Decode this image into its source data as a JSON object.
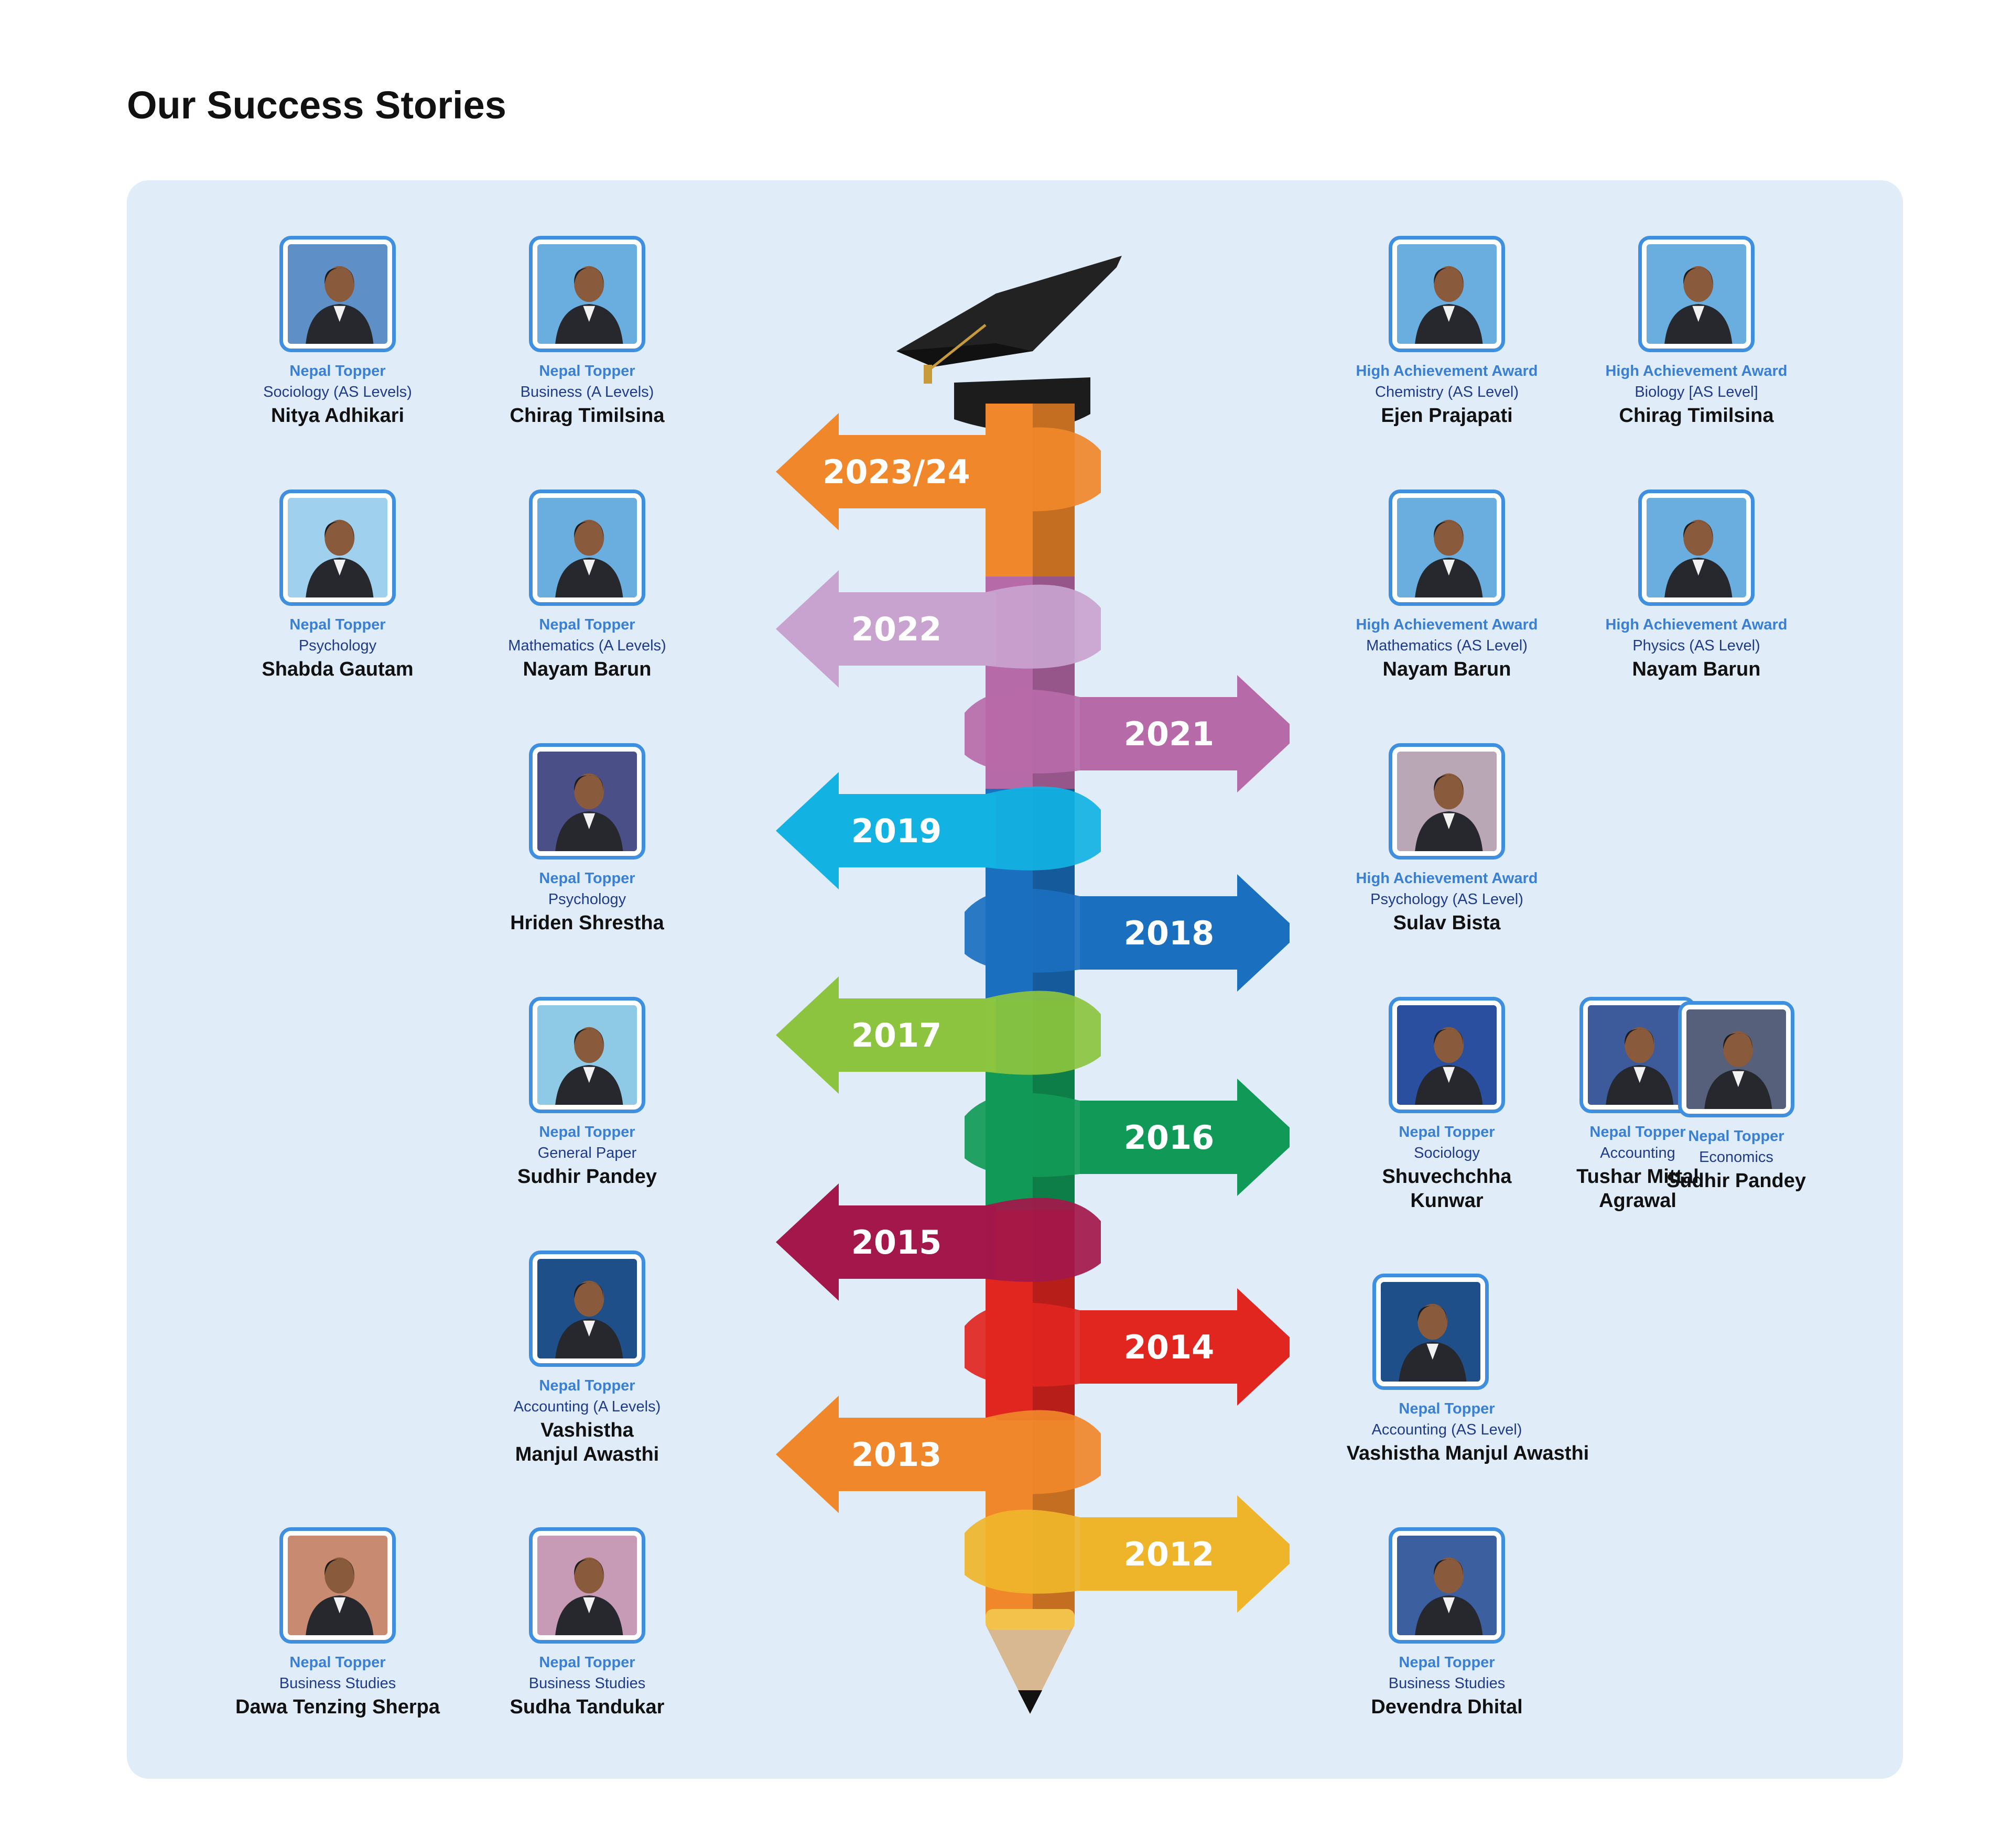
{
  "page": {
    "title": "Our Success Stories"
  },
  "timeline": {
    "icon": "graduation-cap-icon",
    "years": [
      {
        "label": "2023/24",
        "color": "#f0872a"
      },
      {
        "label": "2022",
        "color": "#c9a3cf"
      },
      {
        "label": "2021",
        "color": "#b76aa8"
      },
      {
        "label": "2019",
        "color": "#12b2e3"
      },
      {
        "label": "2018",
        "color": "#1a6fbf"
      },
      {
        "label": "2017",
        "color": "#8cc43f"
      },
      {
        "label": "2016",
        "color": "#119a57"
      },
      {
        "label": "2015",
        "color": "#a3174a"
      },
      {
        "label": "2014",
        "color": "#e1251f"
      },
      {
        "label": "2013",
        "color": "#f0872a"
      },
      {
        "label": "2012",
        "color": "#efb52a"
      }
    ]
  },
  "stories": [
    {
      "award": "Nepal Topper",
      "subject": "Sociology (AS Levels)",
      "name": "Nitya Adhikari",
      "photo": "#5e8fc7"
    },
    {
      "award": "Nepal Topper",
      "subject": "Business (A Levels)",
      "name": "Chirag Timilsina",
      "photo": "#6aaee0"
    },
    {
      "award": "High Achievement Award",
      "subject": "Chemistry (AS Level)",
      "name": "Ejen Prajapati",
      "photo": "#6aaee0"
    },
    {
      "award": "High Achievement Award",
      "subject": "Biology [AS Level]",
      "name": "Chirag Timilsina",
      "photo": "#6aaee0"
    },
    {
      "award": "Nepal Topper",
      "subject": "Psychology",
      "name": "Shabda Gautam",
      "photo": "#9fd0ee"
    },
    {
      "award": "Nepal Topper",
      "subject": "Mathematics (A Levels)",
      "name": "Nayam Barun",
      "photo": "#6aaee0"
    },
    {
      "award": "High Achievement Award",
      "subject": "Mathematics (AS Level)",
      "name": "Nayam Barun",
      "photo": "#6aaee0"
    },
    {
      "award": "High Achievement Award",
      "subject": "Physics (AS Level)",
      "name": "Nayam Barun",
      "photo": "#6aaee0"
    },
    {
      "award": "Nepal Topper",
      "subject": "Psychology",
      "name": "Hriden Shrestha",
      "photo": "#4b4f88"
    },
    {
      "award": "High Achievement Award",
      "subject": "Psychology (AS Level)",
      "name": "Sulav Bista",
      "photo": "#b9a7b5"
    },
    {
      "award": "Nepal Topper",
      "subject": "General Paper",
      "name": "Sudhir Pandey",
      "photo": "#8ec9e6"
    },
    {
      "award": "Nepal Topper",
      "subject": "Sociology",
      "name": "Shuvechchha Kunwar",
      "photo": "#2a4f9e"
    },
    {
      "award": "Nepal Topper",
      "subject": "Accounting",
      "name": "Tushar Mittal Agrawal",
      "photo": "#3d5b9a"
    },
    {
      "award": "Nepal Topper",
      "subject": "Economics",
      "name": "Sudhir Pandey",
      "photo": "#56607a"
    },
    {
      "award": "Nepal Topper",
      "subject": "Accounting (A Levels)",
      "name": "Vashistha Manjul Awasthi",
      "photo": "#1f4f88"
    },
    {
      "award": "Nepal Topper",
      "subject": "Accounting (AS Level)",
      "name": "Vashistha Manjul Awasthi",
      "photo": "#1f4f88"
    },
    {
      "award": "Nepal Topper",
      "subject": "Business Studies",
      "name": "Dawa Tenzing Sherpa",
      "photo": "#c98a72"
    },
    {
      "award": "Nepal Topper",
      "subject": "Business Studies",
      "name": "Sudha Tandukar",
      "photo": "#c79ab6"
    },
    {
      "award": "Nepal Topper",
      "subject": "Business Studies",
      "name": "Devendra Dhital",
      "photo": "#3c5fa0"
    }
  ]
}
